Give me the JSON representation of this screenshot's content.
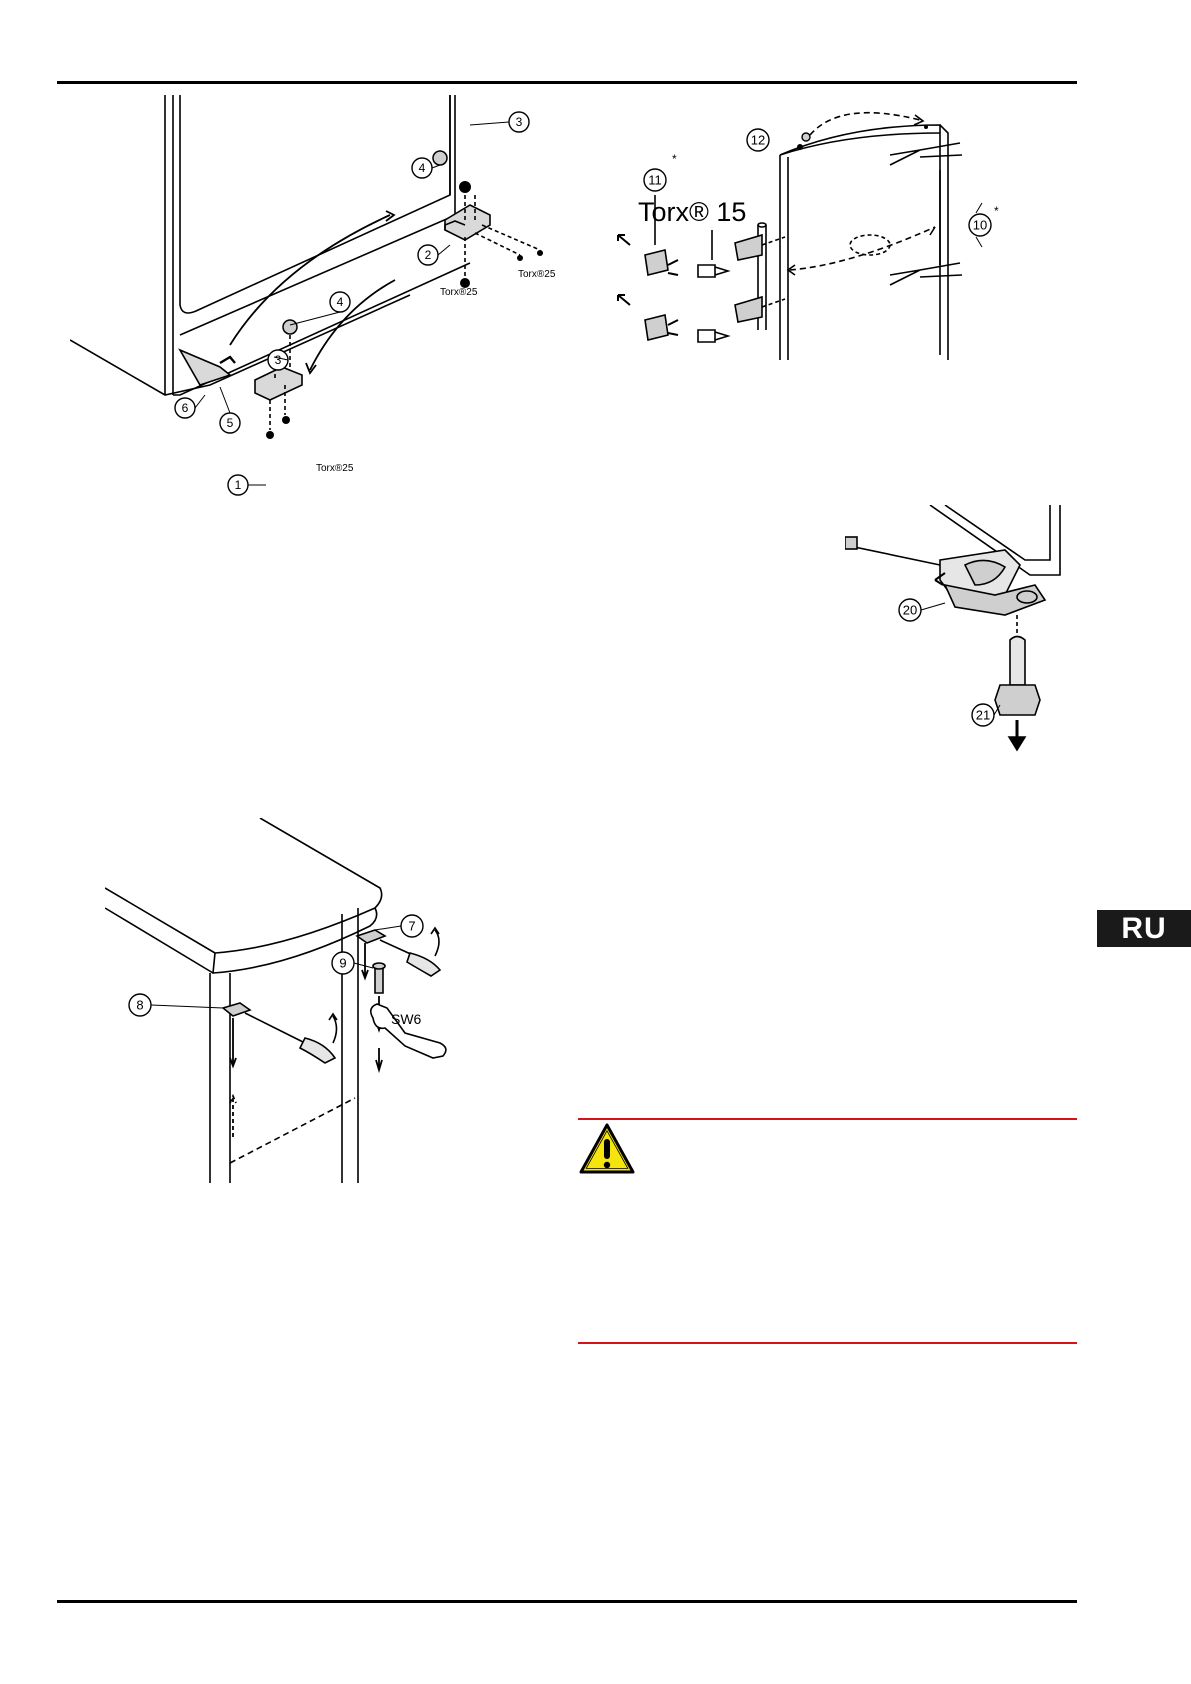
{
  "language_tab": "RU",
  "fig1": {
    "callouts": [
      "1",
      "2",
      "3",
      "3",
      "4",
      "4",
      "5",
      "6"
    ],
    "torx_labels": [
      "Torx®25",
      "Torx®25",
      "Torx®25"
    ]
  },
  "fig2": {
    "callouts": [
      "10",
      "11",
      "12"
    ],
    "asterisks": [
      "*",
      "*"
    ],
    "torx_label": "Torx® 15"
  },
  "fig3": {
    "callouts": [
      "20",
      "21"
    ]
  },
  "fig4": {
    "callouts": [
      "7",
      "8",
      "9"
    ],
    "wrench_label": "SW6"
  },
  "colors": {
    "rule": "#000000",
    "warning_rule": "#d9101a",
    "warning_fill": "#f6e40e",
    "tab_bg": "#1a1a1a"
  },
  "icons": [
    "warning-triangle-icon"
  ]
}
